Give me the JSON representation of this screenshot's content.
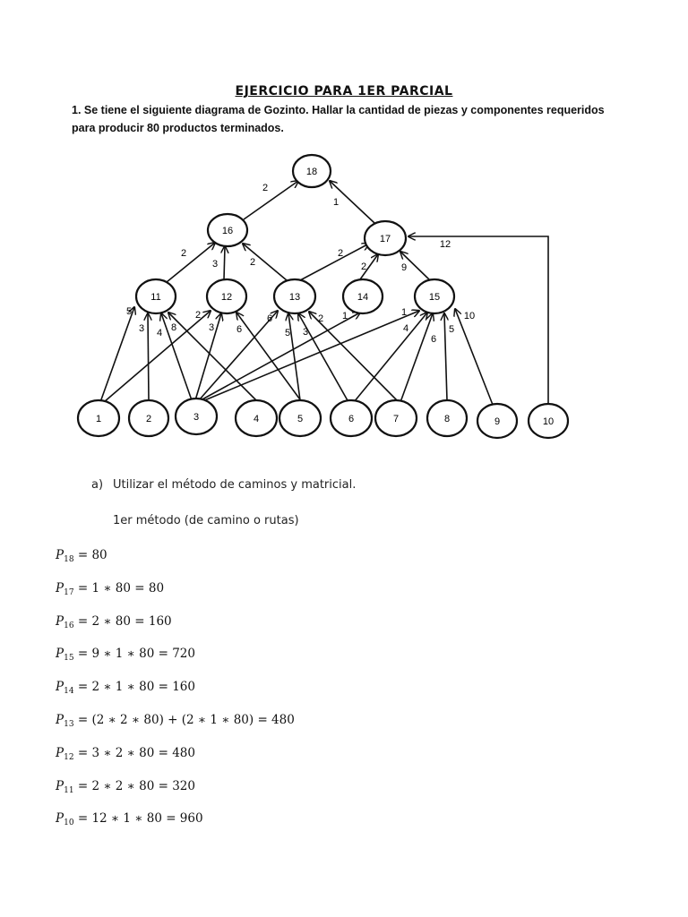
{
  "doc": {
    "title": "EJERCICIO PARA 1ER PARCIAL",
    "problem_line1": "1. Se tiene el siguiente diagrama de Gozinto. Hallar la cantidad de piezas y componentes requeridos",
    "problem_line2": "para producir 80 productos terminados.",
    "part_a_letter": "a)",
    "part_a_text": "Utilizar el método de caminos y matricial.",
    "method_title": "1er método (de camino o rutas)"
  },
  "diagram": {
    "nodes": [
      "18",
      "16",
      "17",
      "11",
      "12",
      "13",
      "14",
      "15",
      "1",
      "2",
      "3",
      "4",
      "5",
      "6",
      "7",
      "8",
      "9",
      "10"
    ],
    "edges": [
      {
        "from": "16",
        "to": "18",
        "qty": "2"
      },
      {
        "from": "17",
        "to": "18",
        "qty": "1"
      },
      {
        "from": "11",
        "to": "16",
        "qty": "2"
      },
      {
        "from": "12",
        "to": "16",
        "qty": "3"
      },
      {
        "from": "13",
        "to": "16",
        "qty": "2"
      },
      {
        "from": "13",
        "to": "17",
        "qty": "2"
      },
      {
        "from": "14",
        "to": "17",
        "qty": "2"
      },
      {
        "from": "15",
        "to": "17",
        "qty": "9"
      },
      {
        "from": "10",
        "to": "17",
        "qty": "12"
      },
      {
        "from": "1",
        "to": "11",
        "qty": "5"
      },
      {
        "from": "2",
        "to": "11",
        "qty": "3"
      },
      {
        "from": "3",
        "to": "11",
        "qty": "4"
      },
      {
        "from": "4",
        "to": "11",
        "qty": "8"
      },
      {
        "from": "1",
        "to": "12",
        "qty": "2"
      },
      {
        "from": "3",
        "to": "12",
        "qty": "3"
      },
      {
        "from": "5",
        "to": "12",
        "qty": "6"
      },
      {
        "from": "3",
        "to": "13",
        "qty": "6"
      },
      {
        "from": "5",
        "to": "13",
        "qty": "5"
      },
      {
        "from": "6",
        "to": "13",
        "qty": "3"
      },
      {
        "from": "7",
        "to": "13",
        "qty": "2"
      },
      {
        "from": "3",
        "to": "14",
        "qty": "1"
      },
      {
        "from": "3",
        "to": "15",
        "qty": "1"
      },
      {
        "from": "6",
        "to": "15",
        "qty": "4"
      },
      {
        "from": "7",
        "to": "15",
        "qty": "6"
      },
      {
        "from": "8",
        "to": "15",
        "qty": "5"
      },
      {
        "from": "9",
        "to": "15",
        "qty": "10"
      }
    ]
  },
  "formulas": [
    {
      "sub": "18",
      "rhs": " = 80"
    },
    {
      "sub": "17",
      "rhs": " = 1 ∗ 80 = 80"
    },
    {
      "sub": "16",
      "rhs": " = 2 ∗ 80 = 160"
    },
    {
      "sub": "15",
      "rhs": " = 9 ∗ 1 ∗ 80 = 720"
    },
    {
      "sub": "14",
      "rhs": " = 2 ∗ 1 ∗ 80 = 160"
    },
    {
      "sub": "13",
      "rhs": " = (2 ∗ 2 ∗ 80) + (2 ∗ 1 ∗ 80) = 480"
    },
    {
      "sub": "12",
      "rhs": " = 3 ∗ 2 ∗ 80 = 480"
    },
    {
      "sub": "11",
      "rhs": " = 2 ∗ 2 ∗ 80 = 320"
    },
    {
      "sub": "10",
      "rhs": " = 12 ∗ 1 ∗ 80 = 960"
    }
  ]
}
